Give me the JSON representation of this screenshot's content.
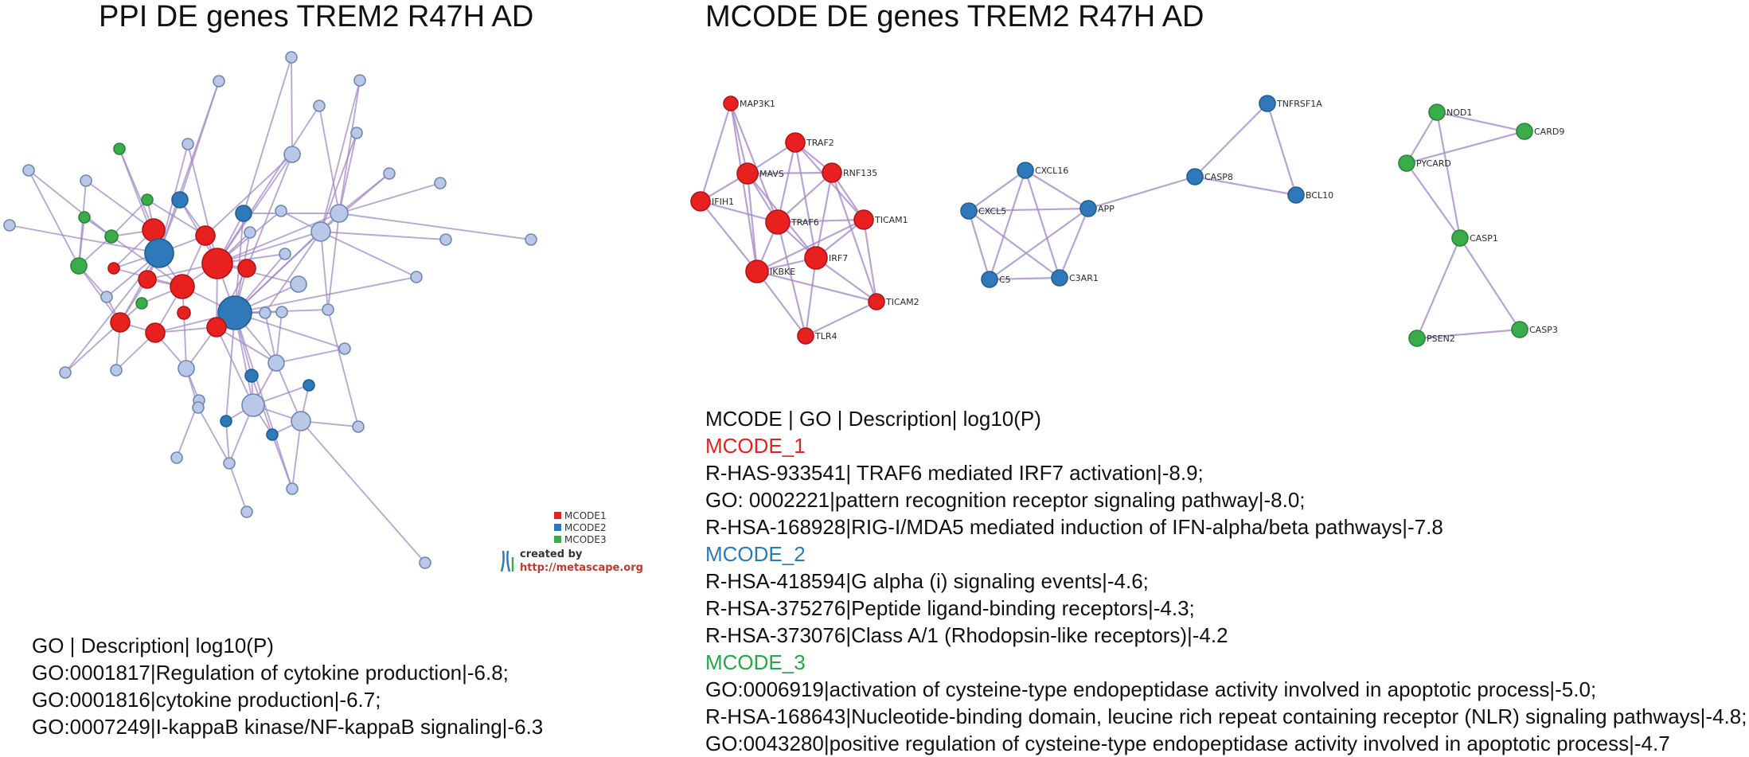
{
  "titles": {
    "ppi": "PPI DE genes TREM2 R47H AD",
    "mcode": "MCODE DE genes TREM2 R47H AD"
  },
  "colors": {
    "mcode1": "#e8201f",
    "mcode2": "#2f78b9",
    "mcode3": "#3aad4a",
    "other": "#b8c8e6",
    "edge": "#a48ac9"
  },
  "legend": {
    "items": [
      "MCODE1",
      "MCODE2",
      "MCODE3"
    ],
    "created_by": "created by",
    "url": "http://metascape.org"
  },
  "go_table": {
    "header": "GO | Description| log10(P)",
    "rows": [
      "GO:0001817|Regulation of cytokine production|-6.8;",
      "GO:0001816|cytokine production|-6.7;",
      "GO:0007249|I-kappaB kinase/NF-kappaB signaling|-6.3"
    ]
  },
  "mcode_table": {
    "header": "MCODE | GO | Description| log10(P)",
    "groups": [
      {
        "name": "MCODE_1",
        "rows": [
          "R-HAS-933541| TRAF6 mediated IRF7 activation|-8.9;",
          "GO: 0002221|pattern recognition receptor signaling pathway|-8.0;",
          "R-HSA-168928|RIG-I/MDA5 mediated induction of IFN-alpha/beta pathways|-7.8"
        ]
      },
      {
        "name": "MCODE_2",
        "rows": [
          "R-HSA-418594|G alpha (i) signaling events|-4.6;",
          "R-HSA-375276|Peptide ligand-binding receptors|-4.3;",
          "R-HSA-373076|Class A/1 (Rhodopsin-like receptors)|-4.2"
        ]
      },
      {
        "name": "MCODE_3",
        "rows": [
          "GO:0006919|activation of cysteine-type endopeptidase activity involved in apoptotic process|-5.0;",
          "R-HSA-168643|Nucleotide-binding domain, leucine rich repeat containing receptor (NLR) signaling pathways|-4.8;",
          "GO:0043280|positive regulation of cysteine-type endopeptidase activity involved in apoptotic process|-4.7"
        ]
      }
    ]
  },
  "mcode_networks": {
    "cluster1": {
      "cluster": "mcode1",
      "nodes": [
        "MAP3K1",
        "TRAF2",
        "MAVS",
        "RNF135",
        "IFIH1",
        "TRAF6",
        "TICAM1",
        "IRF7",
        "IKBKE",
        "TICAM2",
        "TLR4"
      ]
    },
    "cluster2": {
      "cluster": "mcode2",
      "nodes": [
        "TNFRSF1A",
        "CXCL16",
        "CASP8",
        "BCL10",
        "CXCL5",
        "APP",
        "C5",
        "C3AR1"
      ]
    },
    "cluster3": {
      "cluster": "mcode3",
      "nodes": [
        "NOD1",
        "CARD9",
        "PYCARD",
        "CASP1",
        "PSEN2",
        "CASP3"
      ]
    }
  }
}
